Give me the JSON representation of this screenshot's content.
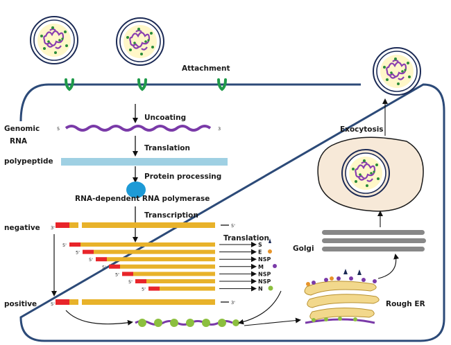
{
  "labels": {
    "attachment": "Attachment",
    "uncoating": "Uncoating",
    "genomic_rna_1": "Genomic",
    "genomic_rna_2": "RNA",
    "five_prime": "5",
    "three_prime": "3",
    "translation": "Translation",
    "polypeptide": "polypeptide",
    "protein_processing": "Protein processing",
    "rdrp": "RNA-dependent RNA polymerase",
    "transcription": "Transcription",
    "negative": "negative",
    "neg_5": "5'",
    "neg_3": "3'",
    "translation_right": "Translation",
    "positive": "positive",
    "pos_5": "5'",
    "pos_3": "3'",
    "exocytosis": "Exocytosis",
    "golgi": "Golgi",
    "rough_er": "Rough ER"
  },
  "subgenomic": {
    "five_marks": [
      "5'",
      "5'",
      "5'",
      "5'",
      "5'",
      "5'",
      "5'"
    ],
    "products": [
      "S",
      "E",
      "NSP",
      "M",
      "NSP",
      "NSP",
      "N"
    ]
  },
  "colors": {
    "membrane": "#2c4a78",
    "rna": "#7a3aa8",
    "polypeptide": "#9fd0e3",
    "polymerase": "#1d9ad6",
    "yellow": "#e8b22a",
    "red": "#e8252a",
    "green": "#8cbf3f",
    "spike": "#1b2a55",
    "receptor": "#1f9a4a",
    "golgi": "#888888"
  },
  "icons": {
    "virion": "virion-icon",
    "receptor": "receptor-icon",
    "polymerase": "polymerase-blob-icon",
    "er": "rough-er-icon",
    "golgi": "golgi-icon"
  }
}
